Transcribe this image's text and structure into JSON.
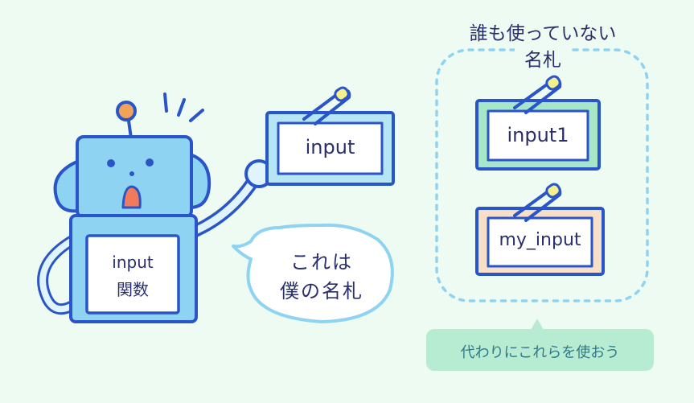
{
  "robot": {
    "body_label_line1": "input",
    "body_label_line2": "関数"
  },
  "held_tag": {
    "label": "input"
  },
  "speech_bubble": {
    "line1": "これは",
    "line2": "僕の名札"
  },
  "unused_group": {
    "title_line1": "誰も使っていない",
    "title_line2": "名札",
    "tags": [
      {
        "label": "input1"
      },
      {
        "label": "my_input"
      }
    ]
  },
  "hint_note": {
    "text": "代わりにこれらを使おう"
  },
  "colors": {
    "background": "#edfbf2",
    "robot_blue": "#8fd3f2",
    "outline_blue": "#2a55c8",
    "antenna_orange": "#f3a25a",
    "mouth_orange": "#f07a5a",
    "held_tag_frame": "#b6e6f5",
    "tag_green_frame": "#a8e6c8",
    "tag_peach_frame": "#f8dfc8",
    "hint_bg": "#b8ecd2"
  }
}
